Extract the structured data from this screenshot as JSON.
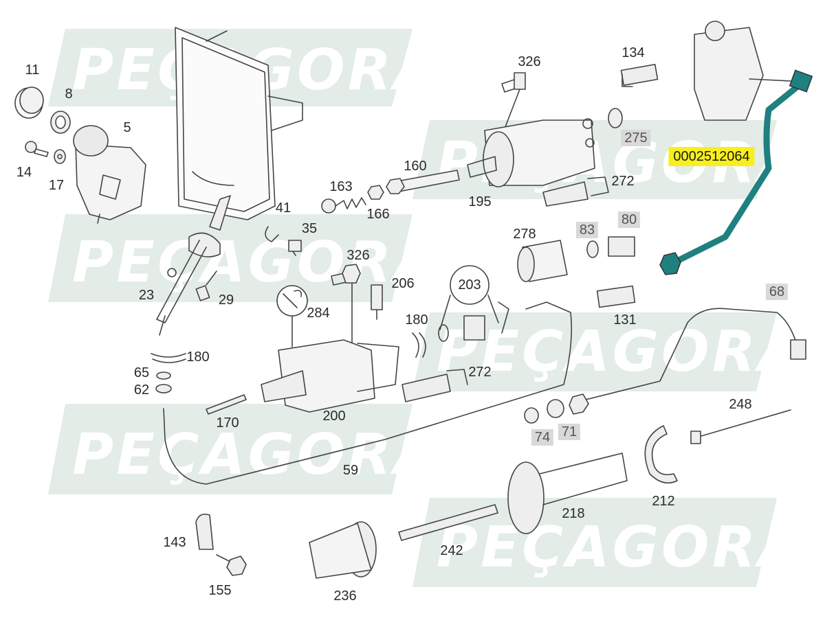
{
  "watermark": {
    "text": "PEÇAGORA",
    "band_color": "#e3ece7"
  },
  "highlight": {
    "part_number": "0002512064",
    "color": "#f7ef1e",
    "tube_color": "#1f8080"
  },
  "parts": {
    "p11": "11",
    "p8": "8",
    "p5": "5",
    "p14": "14",
    "p17": "17",
    "p41": "41",
    "p35": "35",
    "p23": "23",
    "p29": "29",
    "p326a": "326",
    "p134": "134",
    "p275": "275",
    "p160": "160",
    "p163": "163",
    "p166": "166",
    "p195": "195",
    "p272a": "272",
    "p278": "278",
    "p83": "83",
    "p80": "80",
    "p326b": "326",
    "p206": "206",
    "p203": "203",
    "p284": "284",
    "p180a": "180",
    "p131": "131",
    "p68": "68",
    "p180b": "180",
    "p65": "65",
    "p62": "62",
    "p272b": "272",
    "p200": "200",
    "p170": "170",
    "p248": "248",
    "p74": "74",
    "p71": "71",
    "p59": "59",
    "p212": "212",
    "p218": "218",
    "p143": "143",
    "p155": "155",
    "p242": "242",
    "p236": "236"
  }
}
